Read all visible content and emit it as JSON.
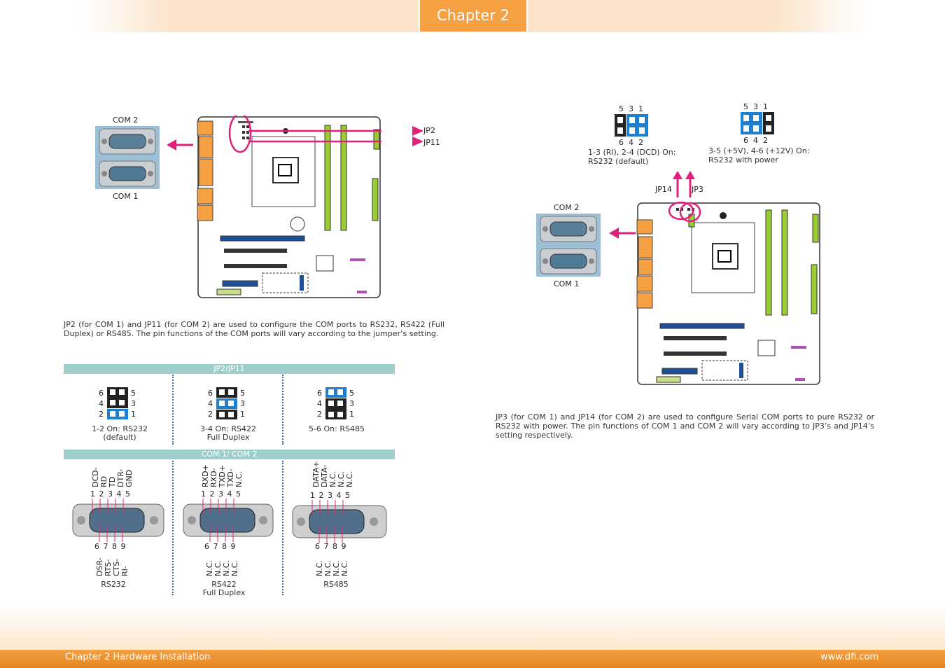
{
  "header": {
    "chapter_tab": "Chapter 2"
  },
  "footer": {
    "left": "Chapter 2 Hardware Installation",
    "right": "www.dfi.com"
  },
  "left_section": {
    "com_top_label": "COM 2",
    "com_bottom_label": "COM 1",
    "jumper_label_1": "JP2",
    "jumper_label_2": "JP11",
    "description": "JP2 (for COM 1) and JP11 (for COM 2) are used to configure the COM ports to RS232, RS422 (Full Duplex) or RS485. The pin functions of the COM ports will vary according to the jumper’s setting.",
    "settings_band": "JP2/JP11",
    "settings": [
      {
        "left_nums": [
          "6",
          "4",
          "2"
        ],
        "right_nums": [
          "5",
          "3",
          "1"
        ],
        "caption_line1": "1-2 On: RS232",
        "caption_line2": "(default)"
      },
      {
        "left_nums": [
          "6",
          "4",
          "2"
        ],
        "right_nums": [
          "5",
          "3",
          "1"
        ],
        "caption_line1": "3-4 On: RS422",
        "caption_line2": "Full Duplex"
      },
      {
        "left_nums": [
          "6",
          "4",
          "2"
        ],
        "right_nums": [
          "5",
          "3",
          "1"
        ],
        "caption_line1": "5-6 On: RS485",
        "caption_line2": ""
      }
    ],
    "pinout_band": "COM 1/ COM 2",
    "pinouts": [
      {
        "top_signals": [
          "DCD-",
          "RD",
          "TD",
          "DTR-",
          "GND"
        ],
        "top_pins": "1 2 3 4 5",
        "bottom_pins": "6 7 8 9",
        "bottom_signals": [
          "DSR-",
          "RTS-",
          "CTS-",
          "RI-"
        ],
        "caption_line1": "RS232",
        "caption_line2": ""
      },
      {
        "top_signals": [
          "RXD+",
          "RXD-",
          "TXD+",
          "TXD-",
          "N.C."
        ],
        "top_pins": "1 2 3 4 5",
        "bottom_pins": "6 7 8 9",
        "bottom_signals": [
          "N.C.",
          "N.C.",
          "N.C.",
          "N.C."
        ],
        "caption_line1": "RS422",
        "caption_line2": "Full Duplex"
      },
      {
        "top_signals": [
          "DATA+",
          "DATA-",
          "N.C.",
          "N.C.",
          "N.C."
        ],
        "top_pins": "1 2 3 4 5",
        "bottom_pins": "6 7 8 9",
        "bottom_signals": [
          "N.C.",
          "N.C.",
          "N.C.",
          "N.C."
        ],
        "caption_line1": "RS485",
        "caption_line2": ""
      }
    ]
  },
  "right_section": {
    "jp_a": {
      "top_nums": "5  3  1",
      "bottom_nums": "6  4  2",
      "caption_line1": "1-3 (RI), 2-4  (DCD) On:",
      "caption_line2": "RS232 (default)"
    },
    "jp_b": {
      "top_nums": "5  3  1",
      "bottom_nums": "6  4  2",
      "caption_line1": "3-5 (+5V), 4-6 (+12V) On:",
      "caption_line2": "RS232 with power"
    },
    "jumper_label_1": "JP14",
    "jumper_label_2": "JP3",
    "com_top_label": "COM 2",
    "com_bottom_label": "COM 1",
    "description": "JP3 (for COM 1) and JP14 (for COM 2) are used to configure Serial COM ports to pure RS232 or RS232 with power. The pin functions of COM 1 and COM 2 will vary according to JP3’s and JP14’s setting respectively."
  },
  "colors": {
    "accent_orange": "#f4a043",
    "band_teal": "#9fcfcc",
    "jumper_blue": "#1e7fd0",
    "highlight_magenta": "#e0207a",
    "board_green": "#9acd32"
  }
}
